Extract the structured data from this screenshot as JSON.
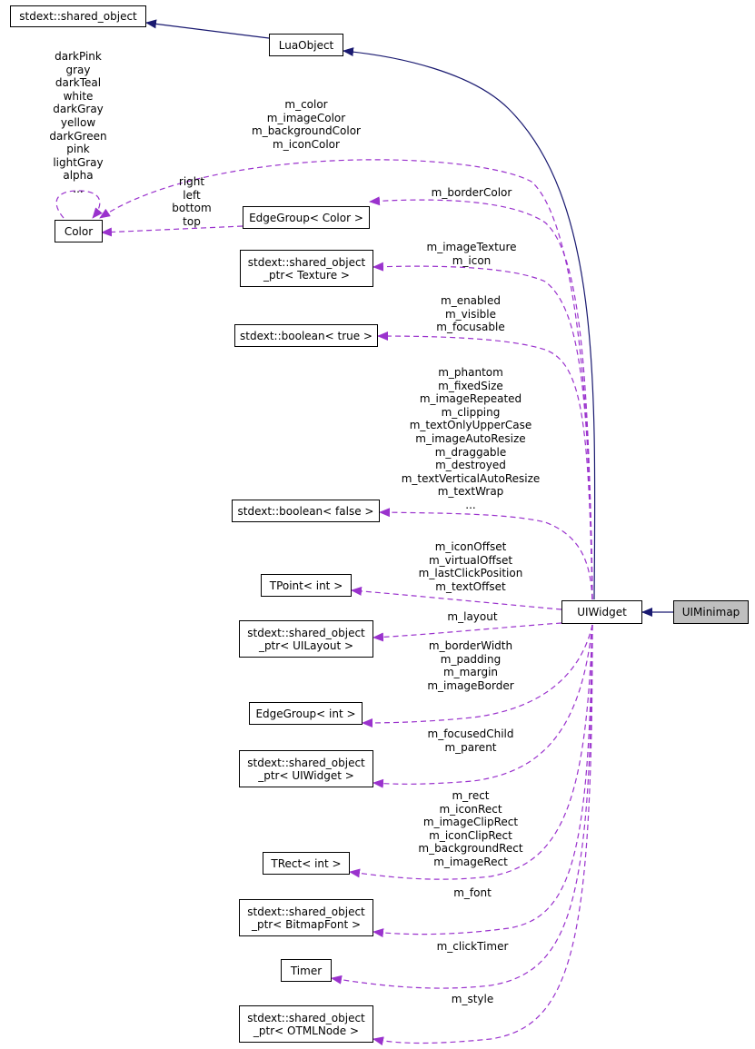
{
  "nodes": {
    "shared_object": "stdext::shared_object",
    "lua_object": "LuaObject",
    "color": "Color",
    "edgegroup_color": "EdgeGroup< Color >",
    "texture_ptr": [
      "stdext::shared_object",
      "_ptr< Texture >"
    ],
    "bool_true": "stdext::boolean< true >",
    "bool_false": "stdext::boolean< false >",
    "tpoint": "TPoint< int >",
    "uilayout_ptr": [
      "stdext::shared_object",
      "_ptr< UILayout >"
    ],
    "edgegroup_int": "EdgeGroup< int >",
    "uiwidget_ptr": [
      "stdext::shared_object",
      "_ptr< UIWidget >"
    ],
    "trect": "TRect< int >",
    "bitmapfont_ptr": [
      "stdext::shared_object",
      "_ptr< BitmapFont >"
    ],
    "timer": "Timer",
    "otmlnode_ptr": [
      "stdext::shared_object",
      "_ptr< OTMLNode >"
    ],
    "uiwidget": "UIWidget",
    "uiminimap": "UIMinimap"
  },
  "edge_labels": {
    "color_self": [
      "darkPink",
      "gray",
      "darkTeal",
      "white",
      "darkGray",
      "yellow",
      "darkGreen",
      "pink",
      "lightGray",
      "alpha",
      "..."
    ],
    "color_widget": [
      "m_color",
      "m_imageColor",
      "m_backgroundColor",
      "m_iconColor"
    ],
    "edgegroup_color": [
      "right",
      "left",
      "bottom",
      "top"
    ],
    "border_color": [
      "m_borderColor"
    ],
    "texture": [
      "m_imageTexture",
      "m_icon"
    ],
    "bool_true": [
      "m_enabled",
      "m_visible",
      "m_focusable"
    ],
    "bool_false": [
      "m_phantom",
      "m_fixedSize",
      "m_imageRepeated",
      "m_clipping",
      "m_textOnlyUpperCase",
      "m_imageAutoResize",
      "m_draggable",
      "m_destroyed",
      "m_textVerticalAutoResize",
      "m_textWrap",
      "..."
    ],
    "tpoint": [
      "m_iconOffset",
      "m_virtualOffset",
      "m_lastClickPosition",
      "m_textOffset"
    ],
    "layout": [
      "m_layout"
    ],
    "edgegroup_int": [
      "m_borderWidth",
      "m_padding",
      "m_margin",
      "m_imageBorder"
    ],
    "uiwidget_ptr": [
      "m_focusedChild",
      "m_parent"
    ],
    "trect": [
      "m_rect",
      "m_iconRect",
      "m_imageClipRect",
      "m_iconClipRect",
      "m_backgroundRect",
      "m_imageRect"
    ],
    "font": [
      "m_font"
    ],
    "timer": [
      "m_clickTimer"
    ],
    "style": [
      "m_style"
    ]
  },
  "colors": {
    "inheritance_edge": "#191970",
    "usage_edge": "#9a32cd",
    "highlight_fill": "#bfbfbf"
  }
}
